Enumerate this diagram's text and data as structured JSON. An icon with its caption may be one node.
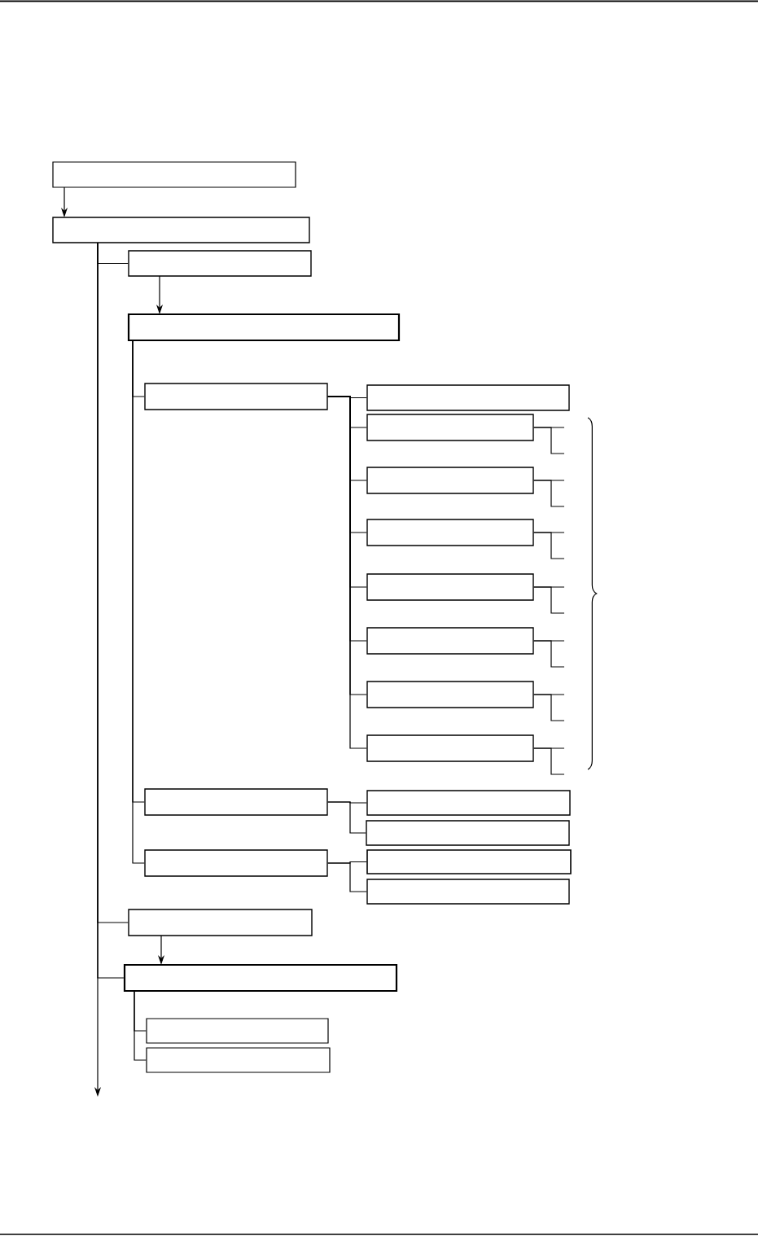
{
  "diagram": {
    "nodes": [
      {
        "text": [],
        "shape": "box"
      },
      {
        "text": [],
        "shape": "box"
      },
      {
        "text": [],
        "shape": "box"
      },
      {
        "text": [],
        "shape": "box"
      },
      {
        "text": [],
        "shape": "box"
      },
      {
        "text": [],
        "shape": "box"
      },
      {
        "text": [],
        "shape": "box"
      },
      {
        "text": [],
        "shape": "box"
      },
      {
        "text": [],
        "shape": "box"
      },
      {
        "text": [],
        "shape": "box"
      },
      {
        "text": [],
        "shape": "box"
      },
      {
        "text": [],
        "shape": "box"
      },
      {
        "text": [],
        "shape": "box"
      },
      {
        "text": [],
        "shape": "box"
      },
      {
        "text": [],
        "shape": "box"
      },
      {
        "text": [],
        "shape": "box"
      },
      {
        "text": [],
        "shape": "box"
      },
      {
        "text": [],
        "shape": "box"
      },
      {
        "text": [],
        "shape": "box"
      },
      {
        "text": [],
        "shape": "box"
      },
      {
        "text": [],
        "shape": "box"
      },
      {
        "text": [],
        "shape": "box"
      },
      {
        "text": [],
        "shape": "box"
      }
    ],
    "edges": [
      {
        "from": 0,
        "to": 1,
        "arrow": "to"
      },
      {
        "from": 1,
        "to": 2,
        "arrow": "none"
      },
      {
        "from": 2,
        "to": 3,
        "arrow": "to"
      },
      {
        "from": 3,
        "to": 4,
        "arrow": "none"
      },
      {
        "from": 4,
        "to": 5,
        "arrow": "none"
      },
      {
        "from": 4,
        "to": 6,
        "arrow": "none"
      },
      {
        "from": 4,
        "to": 7,
        "arrow": "none"
      },
      {
        "from": 4,
        "to": 8,
        "arrow": "none"
      },
      {
        "from": 4,
        "to": 9,
        "arrow": "none"
      },
      {
        "from": 4,
        "to": 10,
        "arrow": "none"
      },
      {
        "from": 4,
        "to": 11,
        "arrow": "none"
      },
      {
        "from": 4,
        "to": 12,
        "arrow": "none"
      },
      {
        "from": 6,
        "to": null,
        "arrow": "none"
      },
      {
        "from": 6,
        "to": null,
        "arrow": "none"
      },
      {
        "from": 7,
        "to": null,
        "arrow": "none"
      },
      {
        "from": 7,
        "to": null,
        "arrow": "none"
      },
      {
        "from": 8,
        "to": null,
        "arrow": "none"
      },
      {
        "from": 8,
        "to": null,
        "arrow": "none"
      },
      {
        "from": 9,
        "to": null,
        "arrow": "none"
      },
      {
        "from": 9,
        "to": null,
        "arrow": "none"
      },
      {
        "from": 10,
        "to": null,
        "arrow": "none"
      },
      {
        "from": 10,
        "to": null,
        "arrow": "none"
      },
      {
        "from": 11,
        "to": null,
        "arrow": "none"
      },
      {
        "from": 11,
        "to": null,
        "arrow": "none"
      },
      {
        "from": 12,
        "to": null,
        "arrow": "none"
      },
      {
        "from": 12,
        "to": null,
        "arrow": "none"
      },
      {
        "from": 3,
        "to": 13,
        "arrow": "none"
      },
      {
        "from": 13,
        "to": 14,
        "arrow": "none"
      },
      {
        "from": 13,
        "to": 15,
        "arrow": "none"
      },
      {
        "from": 3,
        "to": 16,
        "arrow": "none"
      },
      {
        "from": 16,
        "to": 17,
        "arrow": "none"
      },
      {
        "from": 16,
        "to": 18,
        "arrow": "none"
      },
      {
        "from": 1,
        "to": 19,
        "arrow": "none"
      },
      {
        "from": 19,
        "to": 20,
        "arrow": "to"
      },
      {
        "from": 1,
        "to": 20,
        "arrow": "none"
      },
      {
        "from": 20,
        "to": 21,
        "arrow": "none"
      },
      {
        "from": 20,
        "to": 22,
        "arrow": "none"
      },
      {
        "from": 1,
        "to": null,
        "arrow": "to"
      }
    ]
  }
}
